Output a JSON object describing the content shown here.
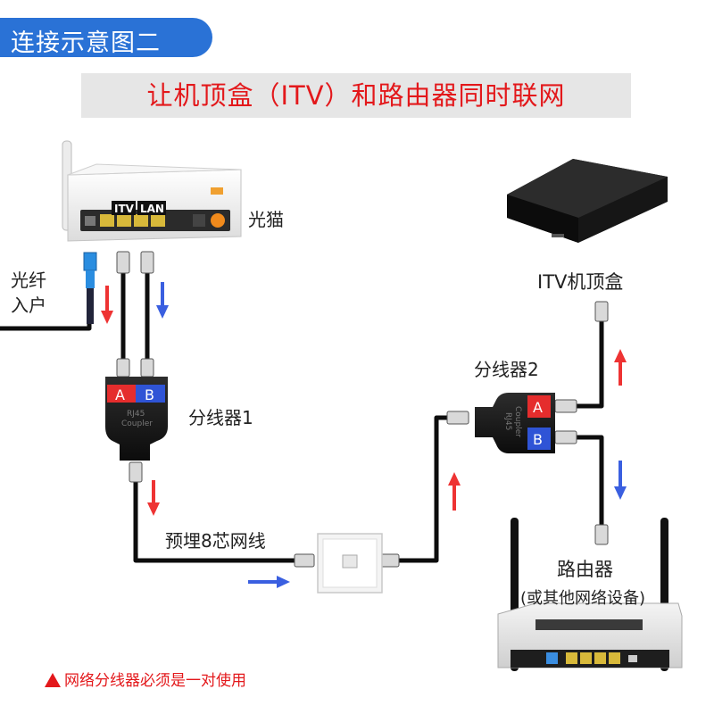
{
  "header_tag": "连接示意图二",
  "banner_title": "让机顶盒（ITV）和路由器同时联网",
  "labels": {
    "modem": "光猫",
    "fiber_line1": "光纤",
    "fiber_line2": "入户",
    "itv_port": "ITV",
    "lan_port": "LAN",
    "splitter1": "分线器1",
    "splitter2": "分线器2",
    "settopbox": "ITV机顶盒",
    "cable": "预埋8芯网线",
    "router": "路由器",
    "router_note": "(或其他网络设备)",
    "port_a": "A",
    "port_b": "B",
    "coupler_text1": "RJ45",
    "coupler_text2": "Coupler"
  },
  "warning": "网络分线器必须是一对使用",
  "colors": {
    "tag_blue": "#2a72d6",
    "title_red": "#e3181b",
    "arrow_red": "#ee3333",
    "arrow_blue": "#3a5fe0",
    "port_a_red": "#e52d2d",
    "port_b_blue": "#2f54d6"
  }
}
